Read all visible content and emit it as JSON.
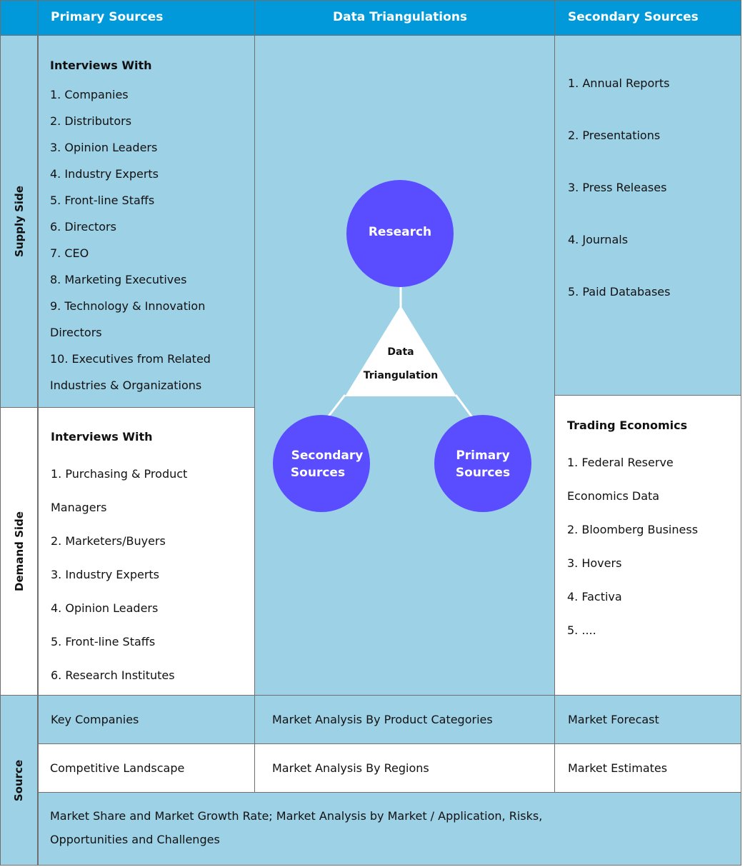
{
  "header": {
    "primary": "Primary Sources",
    "triangulation": "Data Triangulations",
    "secondary": "Secondary Sources"
  },
  "side_labels": {
    "supply": "Supply Side",
    "demand": "Demand Side",
    "source": "Source"
  },
  "supply_primary": {
    "title": "Interviews With",
    "lines": [
      "1. Companies",
      "2. Distributors",
      "3. Opinion Leaders",
      "4. Industry Experts",
      "5. Front-line Staffs",
      "6. Directors",
      "7. CEO",
      "8. Marketing Executives",
      "9. Technology & Innovation",
      "Directors",
      "10. Executives from Related",
      "Industries & Organizations"
    ]
  },
  "demand_primary": {
    "title": "Interviews With",
    "lines": [
      "1. Purchasing & Product",
      "Managers",
      "2. Marketers/Buyers",
      "3. Industry Experts",
      "4. Opinion Leaders",
      "5. Front-line Staffs",
      "6. Research Institutes"
    ]
  },
  "supply_secondary": {
    "lines": [
      "1. Annual Reports",
      "2. Presentations",
      "3. Press Releases",
      "4. Journals",
      "5. Paid Databases"
    ]
  },
  "demand_secondary": {
    "title": "Trading Economics",
    "lines": [
      "1. Federal Reserve",
      "Economics Data",
      "2. Bloomberg Business",
      "3. Hovers",
      "4. Factiva",
      "5. ...."
    ]
  },
  "diagram": {
    "research_line": "Research",
    "triangle_line1": "Data",
    "triangle_line2": "Triangulation",
    "secondary_line1": "Secondary",
    "secondary_line2": "Sources",
    "primary_line1": "Primary",
    "primary_line2": "Sources",
    "colors": {
      "circle_fill": "#5a4cff",
      "connector": "#ffffff",
      "triangle_fill": "#ffffff",
      "panel_background": "#9dd1e6",
      "header_background": "#0199d9"
    }
  },
  "source_rows": {
    "row1": [
      "Key Companies",
      "Market Analysis By Product Categories",
      "Market Forecast"
    ],
    "row2": [
      "Competitive Landscape",
      "Market Analysis By Regions",
      "Market Estimates"
    ],
    "summary_line1": "Market Share and Market Growth Rate; Market Analysis by Market / Application, Risks,",
    "summary_line2": "Opportunities and Challenges"
  }
}
